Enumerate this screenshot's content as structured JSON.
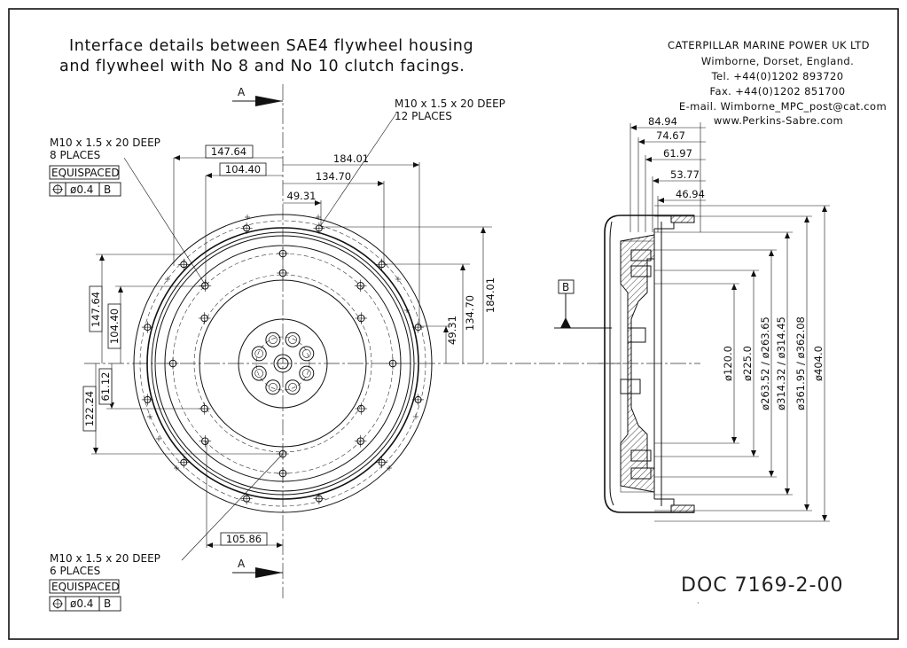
{
  "title": {
    "line1": "Interface details between SAE4 flywheel housing",
    "line2": "and flywheel with No 8 and No 10 clutch facings."
  },
  "company": {
    "name": "CATERPILLAR MARINE POWER UK LTD",
    "address": "Wimborne, Dorset, England.",
    "tel": "Tel. +44(0)1202 893720",
    "fax": "Fax. +44(0)1202 851700",
    "email": "E-mail. Wimborne_MPC_post@cat.com",
    "web": "www.Perkins-Sabre.com"
  },
  "doc_number": "DOC 7169-2-00",
  "section_label": "A",
  "datum": {
    "label": "B",
    "tolerance_symbol": "⌖",
    "tolerance_value": "ø0.4",
    "tolerance_datum": "B"
  },
  "callouts": {
    "top_right": {
      "line1": "M10 x 1.5 x 20 DEEP",
      "line2": "12 PLACES"
    },
    "top_left": {
      "line1": "M10 x 1.5 x 20 DEEP",
      "line2": "8 PLACES",
      "note": "EQUISPACED"
    },
    "bottom_left": {
      "line1": "M10 x 1.5 x 20 DEEP",
      "line2": "6 PLACES",
      "note": "EQUISPACED"
    }
  },
  "front_view_dims": {
    "h_147_64": "147.64",
    "h_104_40": "104.40",
    "h_184_01": "184.01",
    "h_134_70": "134.70",
    "h_49_31": "49.31",
    "h_105_86": "105.86",
    "v_147_64": "147.64",
    "v_104_40": "104.40",
    "v_61_12": "61.12",
    "v_122_24": "122.24",
    "v_49_31": "49.31",
    "v_134_70": "134.70",
    "v_184_01": "184.01"
  },
  "side_view_dims": {
    "depths": [
      "84.94",
      "74.67",
      "61.97",
      "53.77",
      "46.94"
    ],
    "diameters": [
      "ø120.0",
      "ø225.0",
      "ø263.52 / ø263.65",
      "ø314.32 / ø314.45",
      "ø361.95 / ø362.08",
      "ø404.0"
    ]
  }
}
